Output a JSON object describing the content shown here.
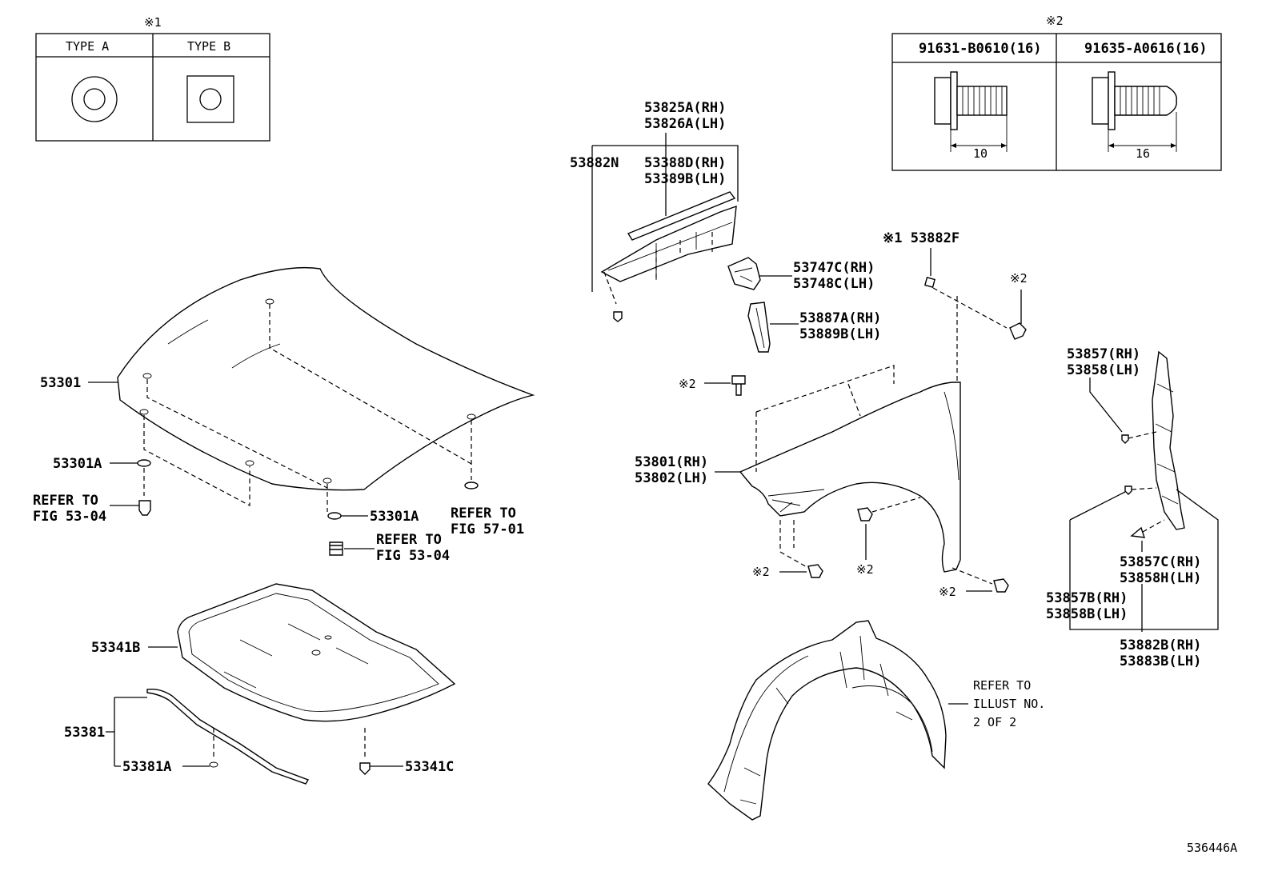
{
  "legend1": {
    "mark": "※1",
    "type_a": "TYPE A",
    "type_b": "TYPE B"
  },
  "legend2": {
    "mark": "※2",
    "bolt1_part": "91631-B0610(16)",
    "bolt2_part": "91635-A0616(16)",
    "bolt1_dim": "10",
    "bolt2_dim": "16"
  },
  "labels": {
    "p53301": "53301",
    "p53301a_left": "53301A",
    "p53301a_mid": "53301A",
    "refer_53_04_left_1": "REFER TO",
    "refer_53_04_left_2": "FIG 53-04",
    "refer_53_04_mid_1": "REFER TO",
    "refer_53_04_mid_2": "FIG 53-04",
    "refer_57_01_1": "REFER TO",
    "refer_57_01_2": "FIG 57-01",
    "p53341b": "53341B",
    "p53381": "53381",
    "p53381a": "53381A",
    "p53341c": "53341C",
    "p53825a": "53825A(RH)",
    "p53826a": "53826A(LH)",
    "p53882n": "53882N",
    "p53388d": "53388D(RH)",
    "p53389b": "53389B(LH)",
    "p53882f": "※1 53882F",
    "p53747c": "53747C(RH)",
    "p53748c": "53748C(LH)",
    "p53887a": "53887A(RH)",
    "p53889b": "53889B(LH)",
    "p53801": "53801(RH)",
    "p53802": "53802(LH)",
    "m2_fender_top": "※2",
    "m2_top_right": "※2",
    "m2_bottom_left": "※2",
    "m2_bottom_mid": "※2",
    "m2_bottom_right": "※2",
    "p53857": "53857(RH)",
    "p53858": "53858(LH)",
    "p53857c": "53857C(RH)",
    "p53858h": "53858H(LH)",
    "p53857b": "53857B(RH)",
    "p53858b": "53858B(LH)",
    "p53882b": "53882B(RH)",
    "p53883b": "53883B(LH)",
    "refer_illust_1": "REFER TO",
    "refer_illust_2": "ILLUST NO.",
    "refer_illust_3": "2 OF 2",
    "diagram_id": "536446A"
  }
}
